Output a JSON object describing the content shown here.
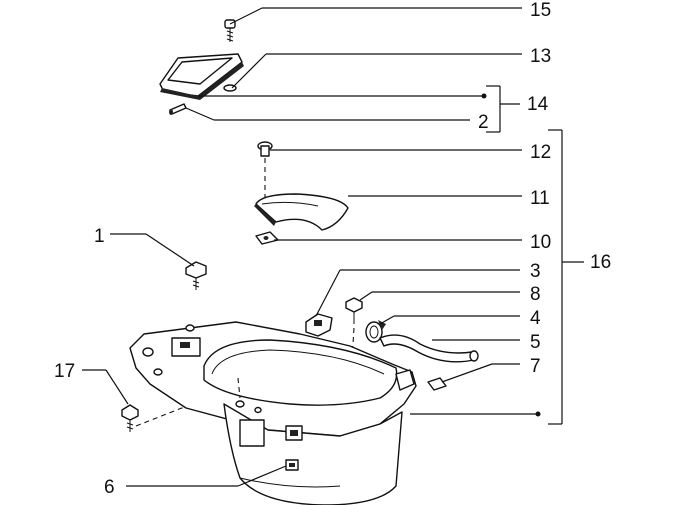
{
  "callouts": {
    "n1": "1",
    "n2": "2",
    "n3": "3",
    "n4": "4",
    "n5": "5",
    "n6": "6",
    "n7": "7",
    "n8": "8",
    "n10": "10",
    "n11": "11",
    "n12": "12",
    "n13": "13",
    "n14": "14",
    "n15": "15",
    "n16": "16",
    "n17": "17"
  }
}
